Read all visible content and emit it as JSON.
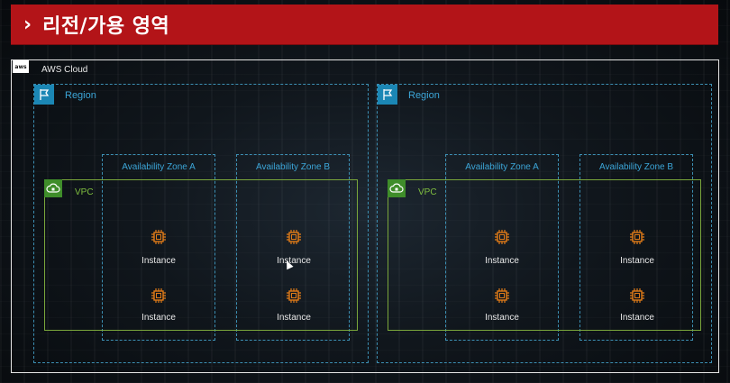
{
  "header": {
    "chevron": "›",
    "title": "리전/가용 영역"
  },
  "cloud": {
    "label": "AWS Cloud",
    "logo_text": "aws"
  },
  "regions": [
    {
      "label": "Region",
      "vpc_label": "VPC",
      "zones": [
        {
          "label": "Availability Zone A",
          "instances": [
            "Instance",
            "Instance"
          ]
        },
        {
          "label": "Availability Zone B",
          "instances": [
            "Instance",
            "Instance"
          ]
        }
      ]
    },
    {
      "label": "Region",
      "vpc_label": "VPC",
      "zones": [
        {
          "label": "Availability Zone A",
          "instances": [
            "Instance",
            "Instance"
          ]
        },
        {
          "label": "Availability Zone B",
          "instances": [
            "Instance",
            "Instance"
          ]
        }
      ]
    }
  ],
  "colors": {
    "header_bg": "#b31418",
    "region_border": "#3c8fb3",
    "vpc_border": "#7aa63b",
    "instance_icon": "#e07b18"
  },
  "icons": {
    "region": "region-flag-icon",
    "vpc": "vpc-cloud-icon",
    "instance": "ec2-chip-icon"
  }
}
